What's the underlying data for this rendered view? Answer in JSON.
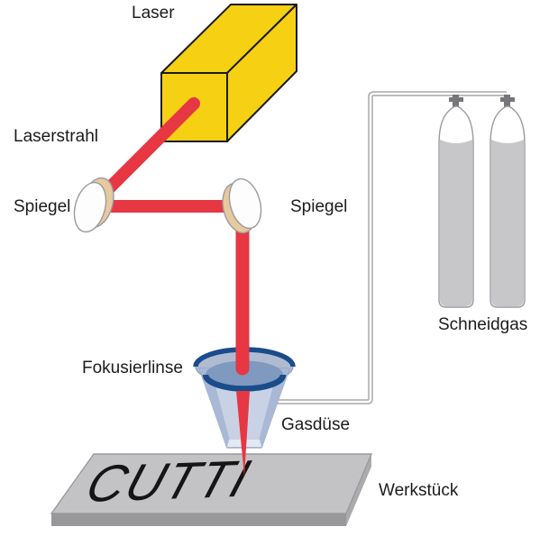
{
  "labels": {
    "laser": "Laser",
    "laserstrahl": "Laserstrahl",
    "spiegel_left": "Spiegel",
    "spiegel_right": "Spiegel",
    "schneidgas": "Schneidgas",
    "fokusierlinse": "Fokusierlinse",
    "gasduese": "Gasdüse",
    "werkstueck": "Werkstück",
    "workpiece_text": "CUTTI"
  },
  "colors": {
    "laser_yellow": "#f6d013",
    "beam_red": "#e63743",
    "mirror_rim": "#e7c99e",
    "nozzle_navy": "#1a4c8b",
    "nozzle_ring": "#b0bbd2",
    "lens_blue": "#8099bf",
    "cone_blue": "#c9d2e5",
    "cone_edge": "#a9b8d4",
    "tube_gray": "#a7a7a9",
    "cylinder_gray": "#c7c7c9",
    "workpiece_top": "#c3c3c5",
    "workpiece_front": "#98989a"
  }
}
